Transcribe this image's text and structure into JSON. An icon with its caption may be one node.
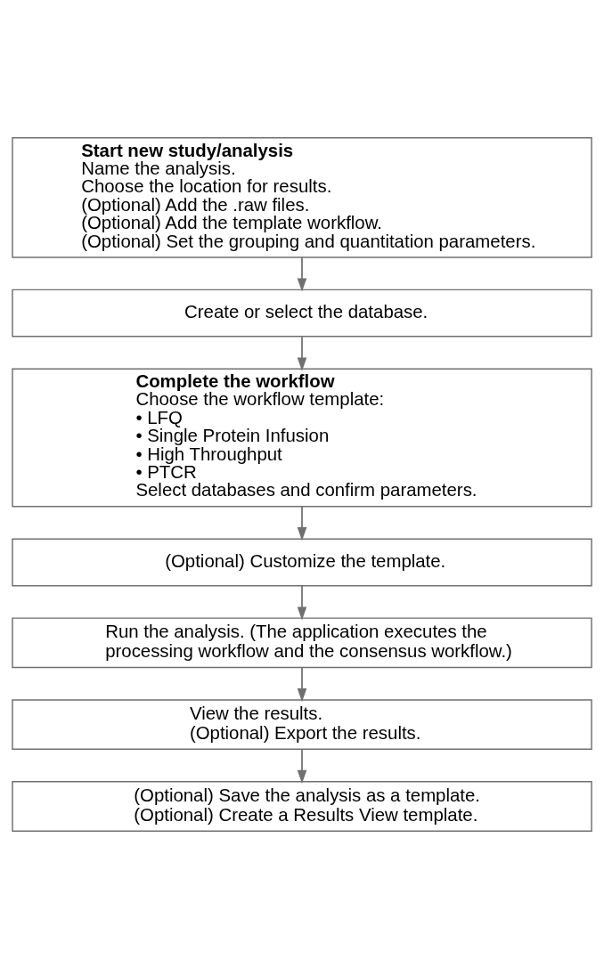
{
  "diagram": {
    "nodes": [
      {
        "text": [
          "Start new study/analysis",
          "Name the analysis.",
          "Choose the location for results.",
          "(Optional) Add the .raw files.",
          "(Optional) Add the template workflow.",
          "(Optional) Set the grouping and quantitation parameters."
        ]
      },
      {
        "text": [
          "Create or select the database."
        ]
      },
      {
        "text": [
          "Complete the workflow",
          "Choose the workflow template:",
          "• LFQ",
          "• Single Protein Infusion",
          "• High Throughput",
          "• PTCR",
          "Select databases and confirm parameters."
        ]
      },
      {
        "text": [
          "(Optional) Customize the template."
        ]
      },
      {
        "text": [
          "Run the analysis. (The application executes the processing workflow and the consensus workflow.)"
        ]
      },
      {
        "text": [
          "View the results.",
          "(Optional) Export the results."
        ]
      },
      {
        "text": [
          "(Optional) Save the analysis as a template.",
          "(Optional) Create a Results View template."
        ]
      }
    ],
    "edges": [
      {
        "from": 0,
        "to": 1,
        "arrow": "to"
      },
      {
        "from": 1,
        "to": 2,
        "arrow": "to"
      },
      {
        "from": 2,
        "to": 3,
        "arrow": "to"
      },
      {
        "from": 3,
        "to": 4,
        "arrow": "to"
      },
      {
        "from": 4,
        "to": 5,
        "arrow": "to"
      },
      {
        "from": 5,
        "to": 6,
        "arrow": "to"
      }
    ]
  }
}
